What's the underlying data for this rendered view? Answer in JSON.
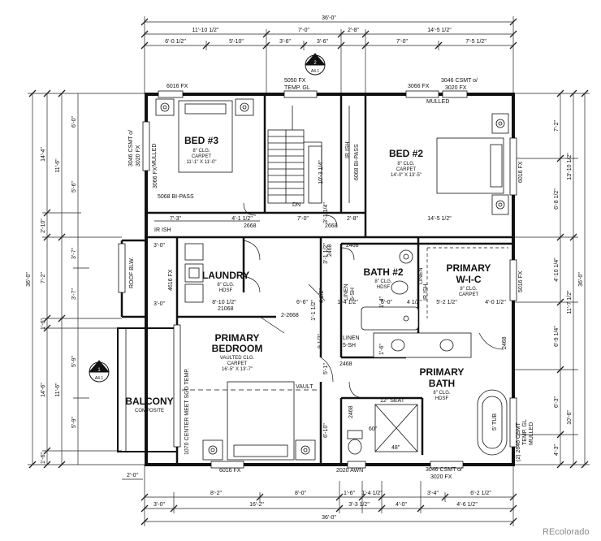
{
  "rooms": {
    "bed3": {
      "name": "BED #3",
      "clg": "8\" CLG.",
      "floor": "CARPET",
      "size": "11'-1\" X 11'-0\""
    },
    "bed2": {
      "name": "BED #2",
      "clg": "8\" CLG.",
      "floor": "CARPET",
      "size": "14'-0\" X 13'-5\""
    },
    "laundry": {
      "name": "LAUNDRY",
      "clg": "8\" CLG.",
      "floor": "HDSF"
    },
    "bath2": {
      "name": "BATH #2",
      "clg": "8\" CLG.",
      "floor": "HDSF"
    },
    "primary_wic": {
      "name1": "PRIMARY",
      "name2": "W-I-C",
      "clg": "8\" CLG.",
      "floor": "CARPET"
    },
    "primary_bedroom": {
      "name1": "PRIMARY",
      "name2": "BEDROOM",
      "clg": "VAULTED CLG.",
      "floor": "CARPET",
      "size": "16'-5\" X 13'-7\""
    },
    "primary_bath": {
      "name1": "PRIMARY",
      "name2": "BATH",
      "clg": "8\" CLG.",
      "floor": "HDSF"
    },
    "balcony": {
      "name": "BALCONY",
      "floor": "COMPOSITE"
    }
  },
  "labels": {
    "win_6016_top": "6016 FX",
    "win_5050": "5050 FX",
    "temp_gl": "TEMP. GL",
    "win_3066_top": "3066 FX",
    "mulled_top": "MULLED",
    "csmt_top_1": "3046 CSMT o/",
    "csmt_top_2": "3020 FX",
    "csmt_left_1": "3046 CSMT o/",
    "csmt_left_2": "3020 FX",
    "fx_left": "3066 FX",
    "mulled_left": "MULLED",
    "bipass_bed3": "5068 BI-PASS",
    "bipass_bed2": "6068 BI-PASS",
    "ir_ish_1": "IR ISH",
    "ir_ish_2": "IR ISH",
    "ir_ish_3": "IR ISH",
    "win_6016_right": "6016 FX",
    "win_5016_right": "5016 FX",
    "door_2668_a": "2668",
    "door_2668_b": "2668",
    "door_2468_a": "2468",
    "door_2468_b": "2468",
    "door_2468_c": "2468",
    "door_2468_d": "2468",
    "door_2468_e": "2468",
    "door_2_2668": "2-2668",
    "door_21068": "21068",
    "roof_blw": "ROOF BLW.",
    "win_4616": "4616 FX",
    "linen_1": "LINEN",
    "linen_1b": "5-SH",
    "linen_2": "LINEN",
    "linen_2b": "5-SH",
    "linen_3": "LINEN",
    "vault": "VAULT",
    "seat": "12\" SEAT",
    "tub": "5' TUB",
    "csmt_right": "(2) 2646 CSMT",
    "csmt_right_2": "TEMP. GL",
    "csmt_right_3": "MULLED",
    "door_1070": "1070 CENTER MEET SGD TEMP.",
    "win_6016_bottom": "6016 FX",
    "win_2020": "2020 AWN",
    "csmt_bottom_1": "3046 CSMT o/",
    "csmt_bottom_2": "3020 FX",
    "dn": "DN",
    "n_60": "60\"",
    "n_48": "48\"",
    "callout_2": "2",
    "callout_a41": "A4.1",
    "callout_1": "1",
    "callout_a41b": "A4.1",
    "watermark": "REcolorado"
  },
  "dimensions": {
    "top_total": "36'-0\"",
    "top_a": "11'-10 1/2\"",
    "top_b": "7'-0\"",
    "top_c": "2'-8\"",
    "top_d": "14'-5 1/2\"",
    "top_e": "6'-0 1/2\"",
    "top_f": "5'-10\"",
    "top_g": "3'-6\"",
    "top_h": "3'-6\"",
    "top_i": "7'-0\"",
    "top_j": "7'-5 1/2\"",
    "left_total": "36'-0\"",
    "left_a": "14'-4\"",
    "left_b": "2'-10\"",
    "left_c": "7'-2\"",
    "left_d": "1'-6\"",
    "left_e": "14'-6\"",
    "left_f": "1'-6\"",
    "left_g": "6'-0\"",
    "left_h": "11'-6\"",
    "left_i": "5'-6\"",
    "left_j": "3'-7\"",
    "left_k": "3'-7\"",
    "left_l": "5'-9\"",
    "left_m": "11'-6\"",
    "left_n": "5'-9\"",
    "right_total": "36'-0\"",
    "right_a": "7'-2\"",
    "right_b": "13'-10 1/2\"",
    "right_c": "6'-8 1/2\"",
    "right_d": "4'-10 1/4\"",
    "right_e": "11'-7 1/2\"",
    "right_f": "6'-9 1/4\"",
    "right_g": "6'-3\"",
    "right_h": "10'-6\"",
    "right_i": "4'-3\"",
    "bot_total": "36'-0\"",
    "bot_a": "8'-2\"",
    "bot_b": "8'-0\"",
    "bot_c": "1'-6\"",
    "bot_d": "1'-4 1/2\"",
    "bot_e": "3'-4\"",
    "bot_f": "6'-2 1/2\"",
    "bot_g": "3'-0\"",
    "bot_h": "16'-2\"",
    "bot_i": "3'-3 1/2\"",
    "bot_j": "4'-0\"",
    "bot_k": "4'-6 1/2\"",
    "bot_l": "2'-0\"",
    "int_a": "7'-3\"",
    "int_b": "4'-1 1/2\"",
    "int_c": "7'-0\"",
    "int_d": "2'-8\"",
    "int_e": "14'-5 1/2\"",
    "int_f": "3'-0\"",
    "int_g": "3'-0\"",
    "int_h": "8'-10 1/2\"",
    "int_i": "6'-6\"",
    "int_j": "5'-0\"",
    "int_k": "4 1/2\"",
    "int_l": "5'-2 1/2\"",
    "int_m": "4'-0 1/2\"",
    "int_n": "10'-3 1/4\"",
    "int_o": "3'-1 1/4\"",
    "int_p": "3'-1 1/2\"",
    "int_q": "1'-4 1/2\"",
    "int_r": "5'-1\"",
    "int_s": "6'-10\"",
    "int_t": "9 1/2\"",
    "int_u": "1'-1 1/2\"",
    "int_v": "4 1/2\"",
    "int_w": "1'-6\"",
    "int_x": "1'-4\""
  }
}
